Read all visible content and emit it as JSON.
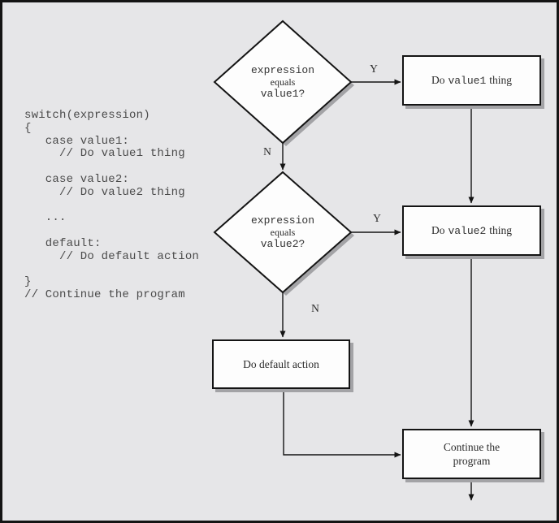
{
  "colors": {
    "background": "#e6e6e8",
    "frame_border": "#141414",
    "node_fill": "#fdfdfd",
    "node_stroke": "#141414",
    "drop_shadow": "#a3a3a6",
    "code_text": "#4a4a4a",
    "label_text": "#2b2b2b"
  },
  "code_panel": {
    "text": "switch(expression)\n{\n   case value1:\n     // Do value1 thing\n\n   case value2:\n     // Do value2 thing\n\n   ...\n\n   default:\n     // Do default action\n\n}\n// Continue the program"
  },
  "flowchart": {
    "decision1": {
      "line1": "expression",
      "line2": "equals",
      "line3": "value1?"
    },
    "decision2": {
      "line1": "expression",
      "line2": "equals",
      "line3": "value2?"
    },
    "process_value1": {
      "prefix": "Do",
      "code": "value1",
      "suffix": "thing"
    },
    "process_value2": {
      "prefix": "Do",
      "code": "value2",
      "suffix": "thing"
    },
    "process_default": {
      "label": "Do default action"
    },
    "process_continue": {
      "line1": "Continue the",
      "line2": "program"
    },
    "edge_labels": {
      "d1_yes": "Y",
      "d1_no": "N",
      "d2_yes": "Y",
      "d2_no": "N"
    }
  }
}
